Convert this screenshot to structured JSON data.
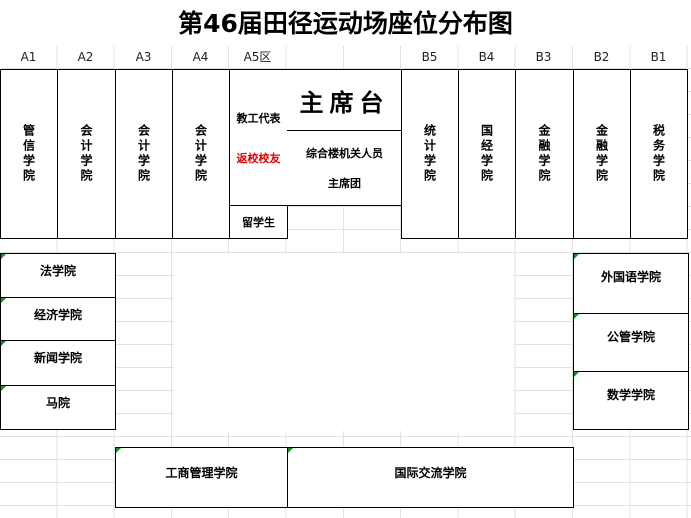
{
  "title": "第46届田径运动场座位分布图",
  "headers": [
    "A1",
    "A2",
    "A3",
    "A4",
    "A5区",
    "B5",
    "B4",
    "B3",
    "B2",
    "B1"
  ],
  "a_sections": [
    "管信学院",
    "会计学院",
    "会计学院",
    "会计学院"
  ],
  "a5": {
    "line1": "教工代表",
    "line2": "返校校友",
    "bottom": "留学生"
  },
  "stage": {
    "title": "主席台",
    "line1": "综合楼机关人员",
    "line2": "主席团"
  },
  "b_sections": [
    "统计学院",
    "国经学院",
    "金融学院",
    "金融学院",
    "税务学院"
  ],
  "left_boxes": [
    "法学院",
    "经济学院",
    "新闻学院",
    "马院"
  ],
  "right_boxes": [
    "外国语学院",
    "公管学院",
    "数学学院"
  ],
  "bottom_boxes": [
    "工商管理学院",
    "国际交流学院"
  ]
}
